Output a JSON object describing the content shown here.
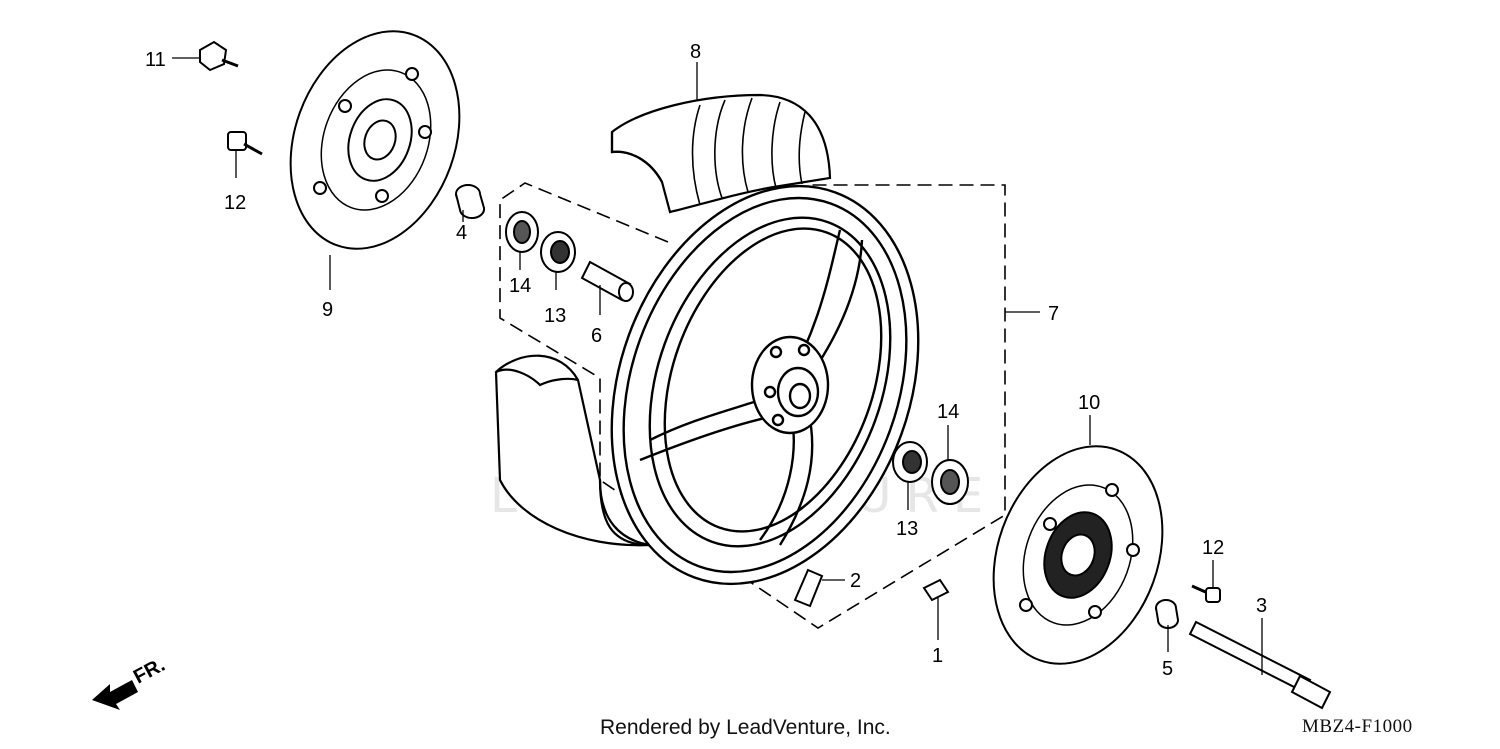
{
  "watermark": "LEADVENTURE",
  "footer_text": "Rendered by LeadVenture, Inc.",
  "diagram_code": "MBZ4-F1000",
  "direction_label": "FR.",
  "callouts": [
    "11",
    "12",
    "9",
    "4",
    "14",
    "13",
    "6",
    "8",
    "7",
    "14",
    "13",
    "10",
    "12",
    "2",
    "1",
    "5",
    "3"
  ]
}
